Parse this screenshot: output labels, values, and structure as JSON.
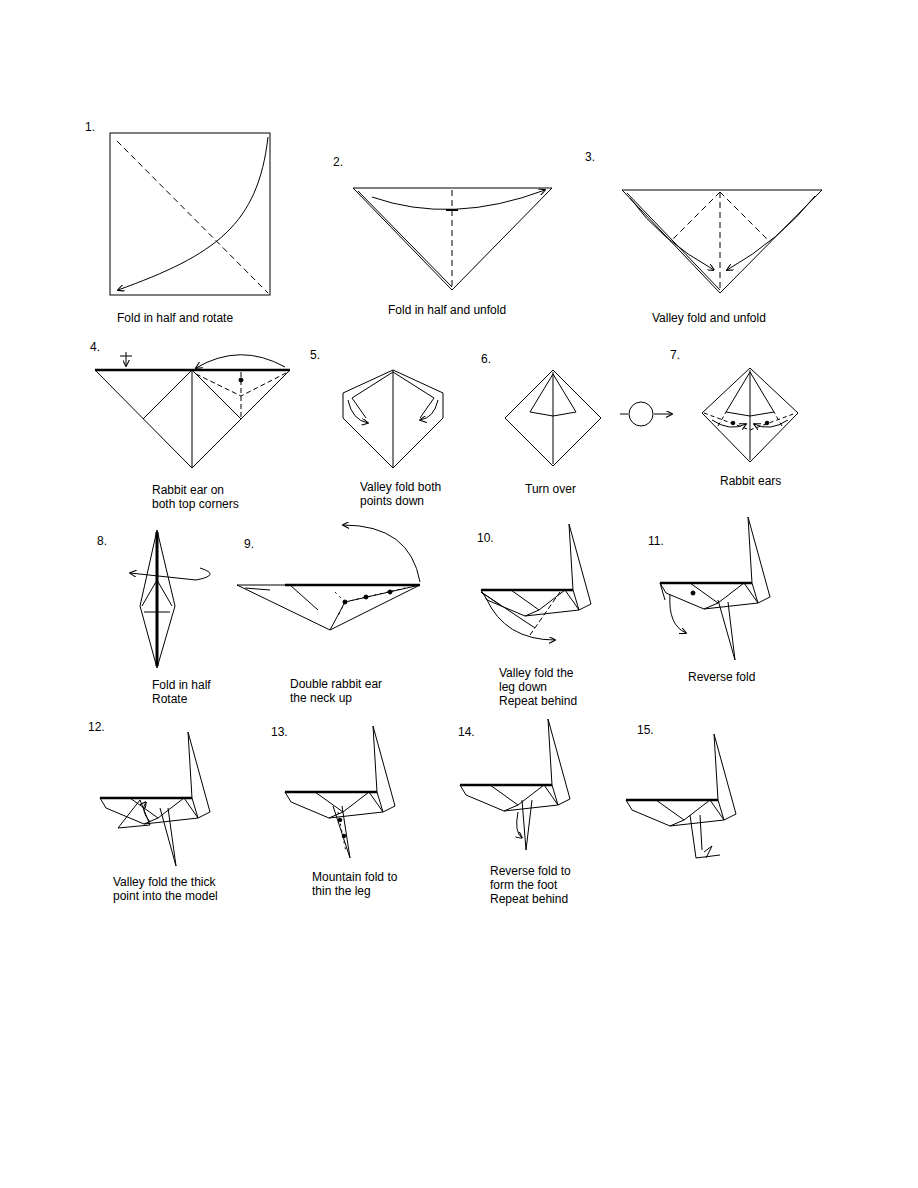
{
  "diagram": {
    "labels": [
      "1.",
      "Fold in half and rotate",
      "2.",
      "Fold in half and unfold",
      "3.",
      "Valley fold and unfold",
      "4.",
      "Rabbit ear on both top corners",
      "5.",
      "Valley fold both points down",
      "6.",
      "Turn over",
      "7.",
      "Rabbit ears",
      "8.",
      "Fold in half Rotate",
      "9.",
      "Double rabbit ear the neck up",
      "10.",
      "Valley fold the leg down Repeat behind",
      "11.",
      "Reverse fold",
      "12.",
      "Valley fold the thick point into the model",
      "13.",
      "Mountain fold to thin the leg",
      "14.",
      "Reverse fold to form the foot Repeat behind",
      "15."
    ]
  }
}
